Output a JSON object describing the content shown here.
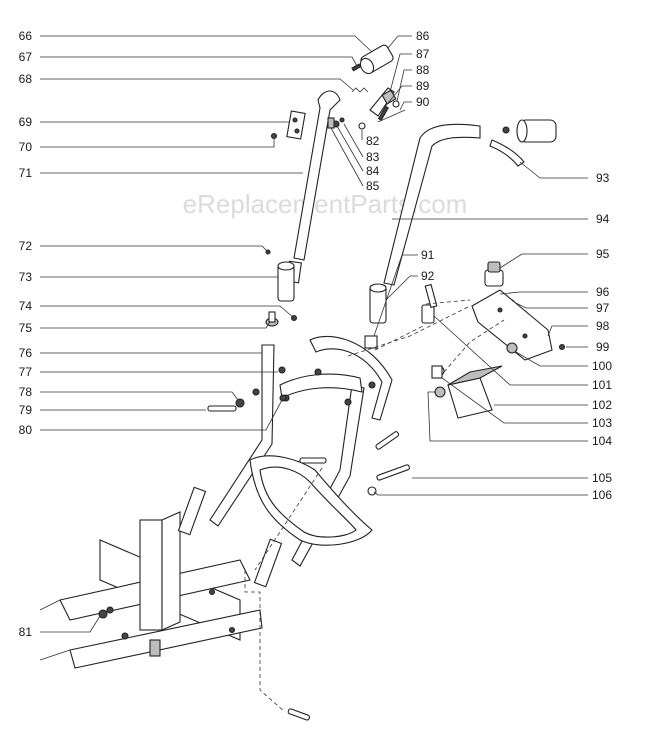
{
  "watermark": "eReplacementParts.com",
  "callouts": [
    {
      "number": "66"
    },
    {
      "number": "67"
    },
    {
      "number": "68"
    },
    {
      "number": "69"
    },
    {
      "number": "70"
    },
    {
      "number": "71"
    },
    {
      "number": "72"
    },
    {
      "number": "73"
    },
    {
      "number": "74"
    },
    {
      "number": "75"
    },
    {
      "number": "76"
    },
    {
      "number": "77"
    },
    {
      "number": "78"
    },
    {
      "number": "79"
    },
    {
      "number": "80"
    },
    {
      "number": "81"
    },
    {
      "number": "82"
    },
    {
      "number": "83"
    },
    {
      "number": "84"
    },
    {
      "number": "85"
    },
    {
      "number": "86"
    },
    {
      "number": "87"
    },
    {
      "number": "88"
    },
    {
      "number": "89"
    },
    {
      "number": "90"
    },
    {
      "number": "91"
    },
    {
      "number": "92"
    },
    {
      "number": "93"
    },
    {
      "number": "94"
    },
    {
      "number": "95"
    },
    {
      "number": "96"
    },
    {
      "number": "97"
    },
    {
      "number": "98"
    },
    {
      "number": "99"
    },
    {
      "number": "100"
    },
    {
      "number": "101"
    },
    {
      "number": "102"
    },
    {
      "number": "103"
    },
    {
      "number": "104"
    },
    {
      "number": "105"
    },
    {
      "number": "106"
    }
  ]
}
